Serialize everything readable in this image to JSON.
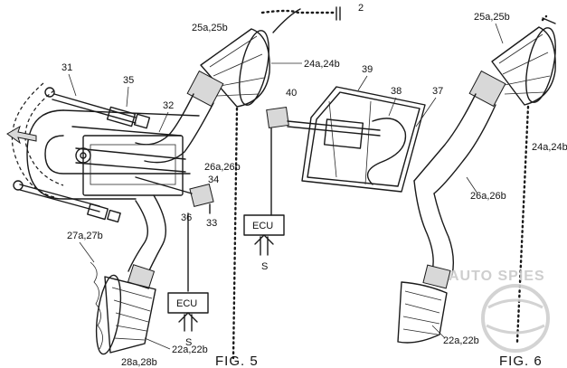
{
  "labels": {
    "l2": "2",
    "l25_left": "25a,25b",
    "l24_left": "24a,24b",
    "l31": "31",
    "l35": "35",
    "l32": "32",
    "l26_left": "26a,26b",
    "l34": "34",
    "l36": "36",
    "l33": "33",
    "l27": "27a,27b",
    "l22_left": "22a,22b",
    "l28": "28a,28b",
    "l39": "39",
    "l40": "40",
    "l38": "38",
    "l37": "37",
    "l25_right": "25a,25b",
    "l24_right": "24a,24b",
    "l26_right": "26a,26b",
    "l22_right": "22a,22b"
  },
  "ecu_left": {
    "label": "ECU",
    "signal": "S"
  },
  "ecu_right": {
    "label": "ECU",
    "signal": "S"
  },
  "figures": {
    "fig5": "FIG. 5",
    "fig6": "FIG. 6"
  },
  "watermark": {
    "brand": "AUTO SPIES"
  },
  "colors": {
    "line": "#1a1a1a",
    "shade": "#d8d8d8",
    "watermark": "#c9c9c9"
  }
}
